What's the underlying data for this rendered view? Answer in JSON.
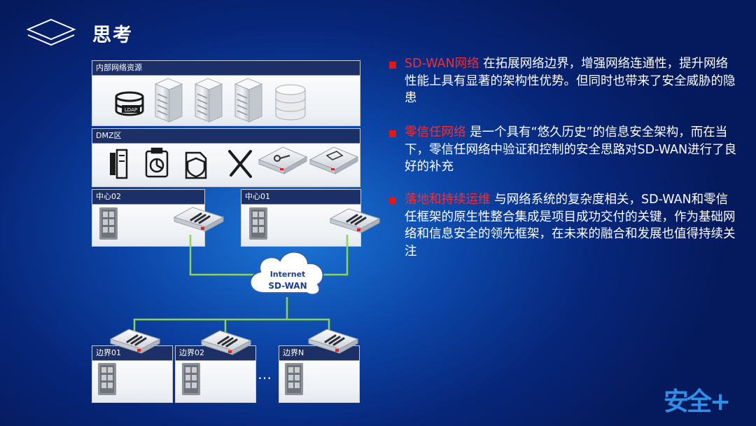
{
  "title": "思考",
  "diagram": {
    "internal_label": "内部网络资源",
    "ldap_label": "LDAP",
    "dmz_label": "DMZ区",
    "center02_label": "中心02",
    "center01_label": "中心01",
    "cloud_line1": "Internet",
    "cloud_line2": "SD-WAN",
    "edge01_label": "边界01",
    "edge02_label": "边界02",
    "edgeN_label": "边界N",
    "ellipsis": "…",
    "link_color": "#8fd44a"
  },
  "points": [
    {
      "highlight": "SD-WAN网络",
      "text": " 在拓展网络边界，增强网络连通性，提升网络性能上具有显著的架构性优势。但同时也带来了安全威胁的隐患"
    },
    {
      "highlight": "零信任网络",
      "text": " 是一个具有“悠久历史”的信息安全架构，而在当下，零信任网络中验证和控制的安全思路对SD-WAN进行了良好的补充"
    },
    {
      "highlight": "落地和持续运维",
      "text": " 与网络系统的复杂度相关，SD-WAN和零信任框架的原生性整合集成是项目成功交付的关键，作为基础网络和信息安全的领先框架，在未来的融合和发展也值得持续关注"
    }
  ],
  "brand": "安全+",
  "colors": {
    "highlight": "#ff2b2b",
    "bullet": "#e01818",
    "header": "#1c2f66"
  }
}
